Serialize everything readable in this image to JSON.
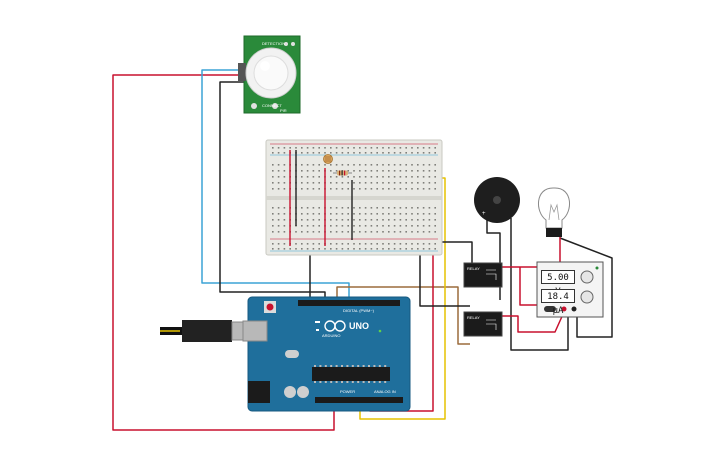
{
  "circuit": {
    "pir_sensor": {
      "label_top": "DETECTION",
      "label_bottom": "CONNECT",
      "label_side": "PIR"
    },
    "power_supply": {
      "voltage": "5.00 V",
      "current": "18.4 µA"
    },
    "relay_1": {
      "label": "RELAY"
    },
    "relay_2": {
      "label": "RELAY"
    },
    "arduino": {
      "brand": "ARDUINO",
      "model": "UNO",
      "digital_header": "DIGITAL (PWM~)",
      "power_header": "POWER",
      "analog_header": "ANALOG IN"
    }
  },
  "colors": {
    "wire_red": "#c8102e",
    "wire_black": "#222222",
    "wire_blue": "#3ba3d6",
    "wire_yellow": "#e6c200",
    "wire_brown": "#9c6b3c",
    "arduino_board": "#1f6f9c",
    "pir_board": "#2a8a3a",
    "breadboard": "#e9e9e4"
  }
}
